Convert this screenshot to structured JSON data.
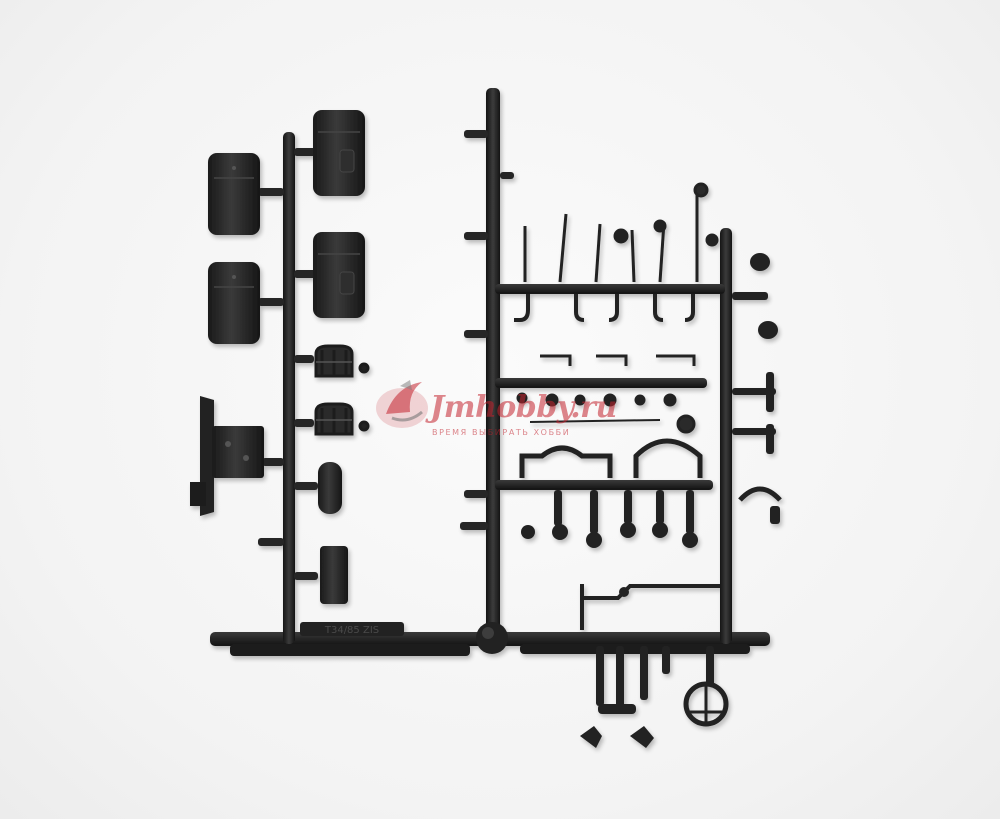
{
  "photo": {
    "subject": "plastic-model-sprue",
    "background_color": "#f3f3f3",
    "part_color": "#242424"
  },
  "watermark": {
    "brand": "Jmhobby.ru",
    "tagline": "ВРЕМЯ ВЫБИРАТЬ ХОББИ",
    "color": "#c3232d"
  },
  "sprue_label": "T34/85 ZIS"
}
